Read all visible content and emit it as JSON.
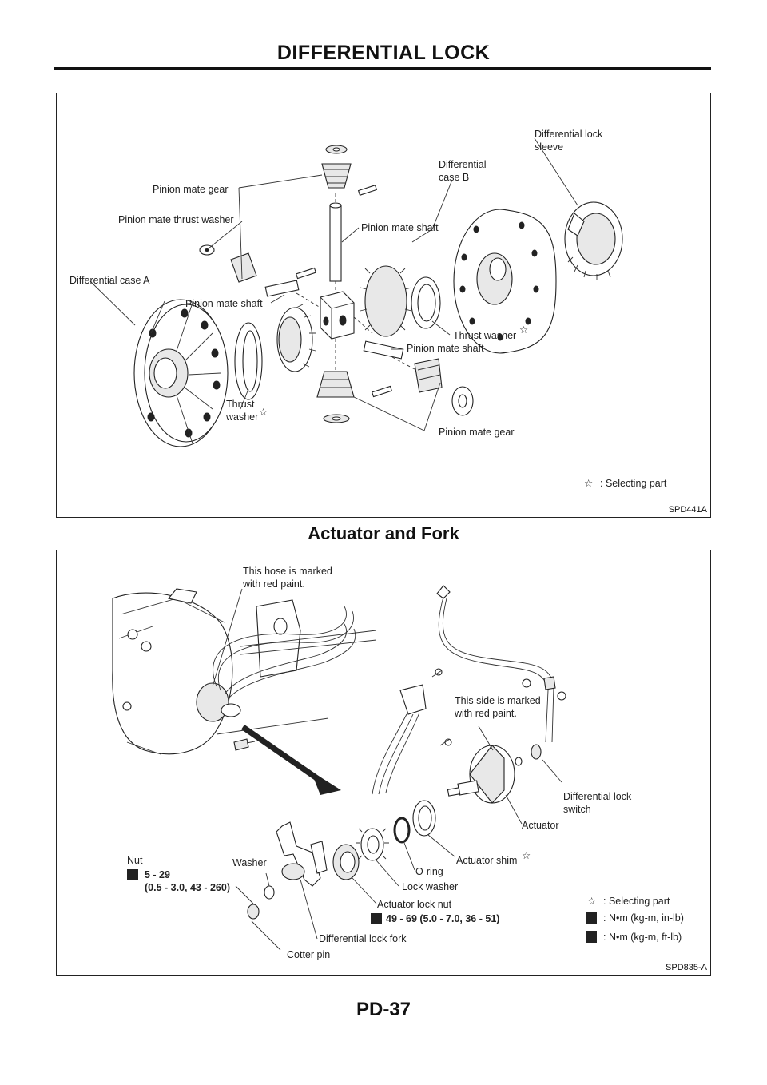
{
  "page": {
    "header_title": "DIFFERENTIAL LOCK",
    "section_title": "Actuator and Fork",
    "page_number": "PD-37"
  },
  "figure1": {
    "id": "SPD441A",
    "labels": {
      "diff_lock_sleeve_1": "Differential lock",
      "diff_lock_sleeve_2": "sleeve",
      "diff_case_b_1": "Differential",
      "diff_case_b_2": "case B",
      "pinion_mate_gear_top": "Pinion mate gear",
      "pinion_mate_thrust_washer": "Pinion mate thrust washer",
      "pinion_mate_shaft_1": "Pinion mate shaft",
      "diff_case_a": "Differential case A",
      "pinion_mate_shaft_2": "Pinion mate shaft",
      "thrust_washer_right": "Thrust washer",
      "pinion_mate_shaft_3": "Pinion mate shaft",
      "thrust_left_1": "Thrust",
      "thrust_left_2": "washer",
      "pinion_mate_gear_bottom": "Pinion mate gear",
      "legend_selecting": ": Selecting part"
    },
    "legend_symbol": "☆"
  },
  "figure2": {
    "id": "SPD835-A",
    "labels": {
      "hose_marked_1": "This hose is marked",
      "hose_marked_2": "with red paint.",
      "side_marked_1": "This side is marked",
      "side_marked_2": "with red paint.",
      "diff_lock_switch_1": "Differential lock",
      "diff_lock_switch_2": "switch",
      "actuator": "Actuator",
      "actuator_shim": "Actuator shim",
      "o_ring": "O-ring",
      "lock_washer": "Lock washer",
      "nut": "Nut",
      "nut_torque_1": "5 - 29",
      "nut_torque_2": "(0.5 - 3.0, 43 - 260)",
      "washer": "Washer",
      "actuator_lock_nut": "Actuator lock nut",
      "actuator_lock_nut_torque": "49 - 69 (5.0 - 7.0, 36 - 51)",
      "diff_lock_fork": "Differential lock fork",
      "cotter_pin": "Cotter pin",
      "legend_selecting": ": Selecting part",
      "legend_nm_inlb": ": N•m (kg-m, in-lb)",
      "legend_nm_ftlb": ": N•m (kg-m, ft-lb)"
    },
    "legend_symbol": "☆"
  }
}
